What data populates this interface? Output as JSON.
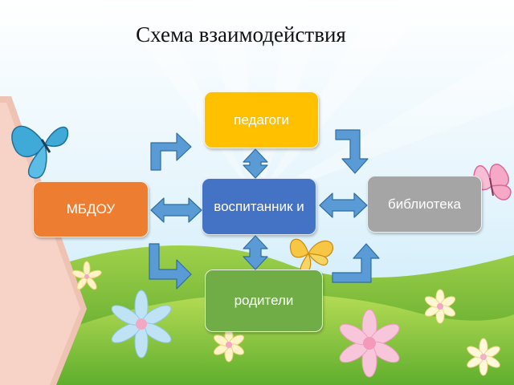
{
  "title": "Схема взаимодействия",
  "nodes": {
    "center": "воспитанник и",
    "top": "педагоги",
    "bottom": "родители",
    "left": "МБДОУ",
    "right": "библиотека"
  },
  "colors": {
    "center": "#4472C4",
    "top": "#FFC000",
    "bottom": "#70AD47",
    "left": "#ED7D31",
    "right": "#A5A5A5",
    "arrow": "#5B9BD5",
    "sky": "#D9F0FB",
    "grass": "#8CC63F"
  }
}
